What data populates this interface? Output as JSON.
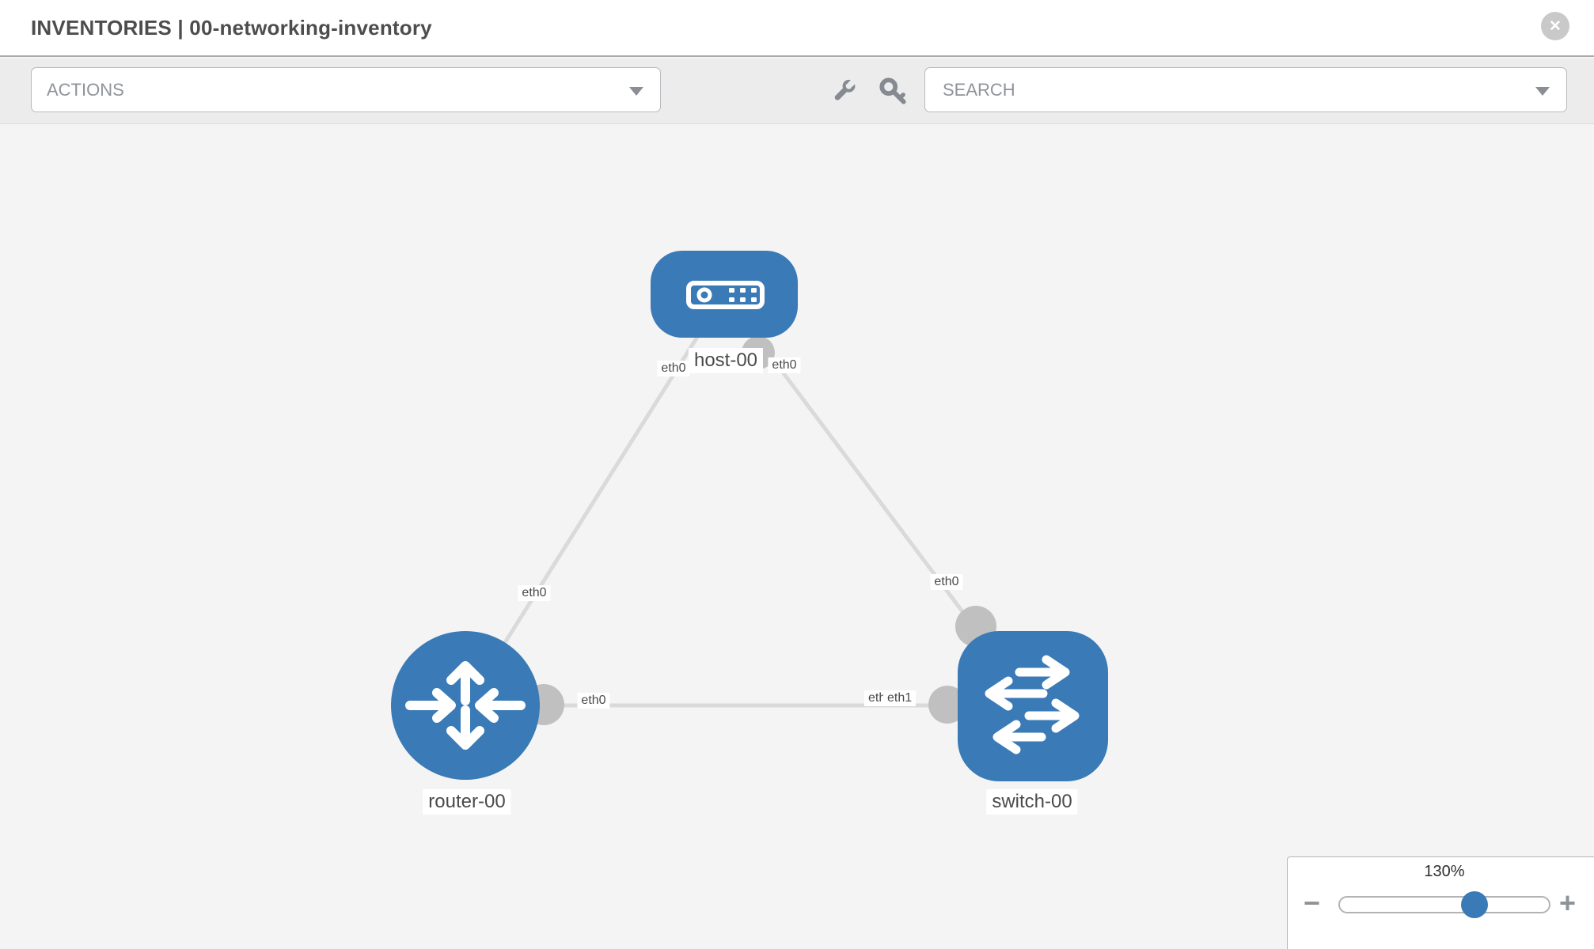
{
  "header": {
    "title": "INVENTORIES | 00-networking-inventory"
  },
  "icons": {
    "close": "✕",
    "minus": "−",
    "plus": "+"
  },
  "toolbar": {
    "actions": {
      "label": "ACTIONS"
    },
    "search": {
      "placeholder": "SEARCH"
    },
    "tool_icons": [
      "wrench",
      "key"
    ]
  },
  "topology": {
    "nodes": [
      {
        "id": "host-00",
        "type": "host",
        "label": "host-00"
      },
      {
        "id": "router-00",
        "type": "router",
        "label": "router-00"
      },
      {
        "id": "switch-00",
        "type": "switch",
        "label": "switch-00"
      }
    ],
    "links": [
      {
        "from": "host-00",
        "to": "router-00"
      },
      {
        "from": "host-00",
        "to": "switch-00"
      },
      {
        "from": "router-00",
        "to": "switch-00"
      }
    ],
    "interface_labels": [
      {
        "text": "eth0",
        "near": "host-00 left"
      },
      {
        "text": "eth0",
        "near": "host-00 right"
      },
      {
        "text": "eth0",
        "near": "host-router link"
      },
      {
        "text": "eth0",
        "near": "host-switch link"
      },
      {
        "text": "eth0",
        "near": "router side of router-switch link"
      },
      {
        "text": "eth1",
        "near": "switch side of router-switch link (under)"
      },
      {
        "text": "eth1",
        "near": "switch side of router-switch link (over)"
      }
    ],
    "colors": {
      "node_blue": "#3a7ab6",
      "link_gray": "#dadada",
      "endpoint_gray": "#c0c0c0"
    }
  },
  "zoom_control": {
    "value": "130%"
  }
}
